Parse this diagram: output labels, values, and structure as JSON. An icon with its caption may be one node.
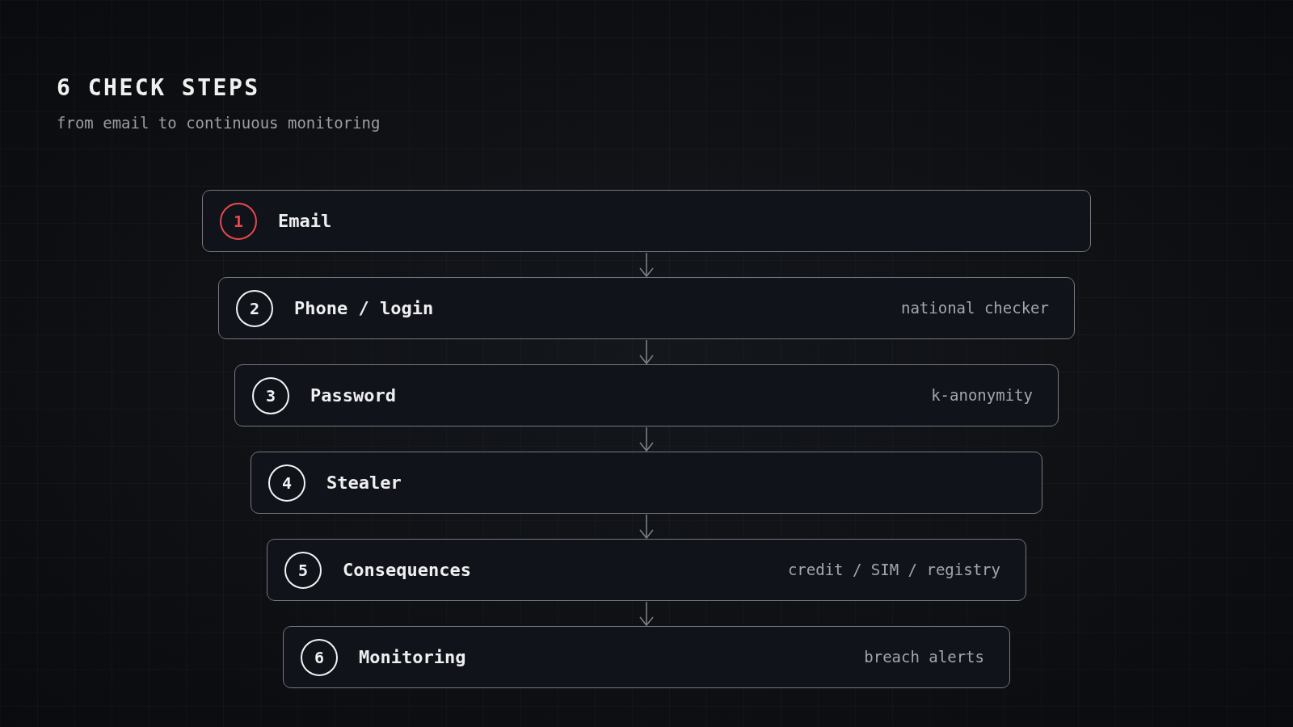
{
  "diagram": {
    "title": "6 CHECK STEPS",
    "nodes": [
      {
        "text": [
          "Email"
        ]
      },
      {
        "text": [
          "1"
        ],
        "in": 0
      },
      {
        "text": [
          "Phone / login",
          "national checker"
        ]
      },
      {
        "text": [
          "2"
        ],
        "in": 2
      },
      {
        "text": [
          "Password",
          "k-anonymity"
        ]
      },
      {
        "text": [
          "3"
        ],
        "in": 4
      },
      {
        "text": [
          "Stealer"
        ]
      },
      {
        "text": [
          "4"
        ],
        "in": 6
      },
      {
        "text": [
          "Consequences",
          "credit / SIM / registry"
        ]
      },
      {
        "text": [
          "5"
        ],
        "in": 8
      },
      {
        "text": [
          "Monitoring",
          "breach alerts"
        ]
      },
      {
        "text": [
          "6"
        ],
        "in": 10
      }
    ],
    "edges": [
      {
        "from": 0,
        "to": 2,
        "arrow": "to"
      },
      {
        "from": 2,
        "to": 4,
        "arrow": "to"
      },
      {
        "from": 4,
        "to": 6,
        "arrow": "to"
      },
      {
        "from": 6,
        "to": 8,
        "arrow": "to"
      },
      {
        "from": 8,
        "to": 10,
        "arrow": "to"
      }
    ],
    "labels": [
      "from email to continuous monitoring"
    ]
  }
}
